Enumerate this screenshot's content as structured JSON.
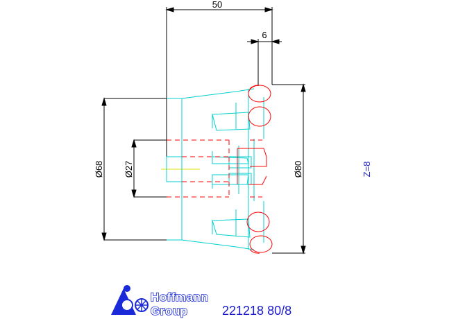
{
  "dimensions": {
    "overall_length": "50",
    "insert_width": "6",
    "inner_diameter": "Ø27",
    "bore_diameter": "Ø68",
    "cutting_diameter": "Ø80"
  },
  "teeth_count": "Z=8",
  "logo": {
    "line1": "Hoffmann",
    "line2": "Group"
  },
  "part_number": "221218 80/8",
  "colors": {
    "body_outline": "#00d0d0",
    "insert_outline": "#ff0000",
    "dimension_lines": "#000000",
    "center_line": "#e0e000",
    "brand_blue": "#1a2ad8"
  }
}
